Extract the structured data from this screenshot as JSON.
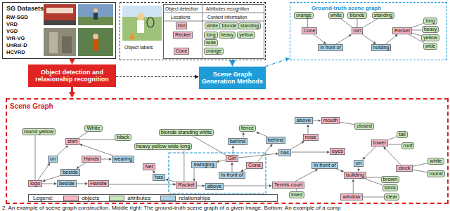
{
  "diagram": {
    "caption": "2. An example of scene graph construction. Middle right: The ground-truth scene graph of a given image. Bottom: An example of a comp",
    "nodes": [
      {
        "text": [
          "SG Datasets",
          "RW-SGD",
          "VRD",
          "VGD",
          "VrR-VG",
          "UnRel-D",
          "HCVRD"
        ]
      },
      {
        "text": [
          "Object labels"
        ]
      },
      {
        "text": [
          "Object detection",
          "Attributes recognition",
          "Locations",
          "Context information"
        ],
        "in": 1
      },
      {
        "text": [
          "Girl"
        ],
        "in": 2
      },
      {
        "text": [
          "white"
        ],
        "in": 2
      },
      {
        "text": [
          "blonde"
        ],
        "in": 2
      },
      {
        "text": [
          "standing"
        ],
        "in": 2
      },
      {
        "text": [
          "Recket"
        ],
        "in": 2
      },
      {
        "text": [
          "long"
        ],
        "in": 2
      },
      {
        "text": [
          "heavy"
        ],
        "in": 2
      },
      {
        "text": [
          "yellow"
        ],
        "in": 2
      },
      {
        "text": [
          "wide"
        ],
        "in": 2
      },
      {
        "text": [
          "Cone"
        ],
        "in": 2
      },
      {
        "text": [
          "orange"
        ],
        "in": 2
      },
      {
        "text": [
          "Ground-truth scene graph"
        ]
      },
      {
        "text": [
          "orange"
        ],
        "in": 14
      },
      {
        "text": [
          "white"
        ],
        "in": 14
      },
      {
        "text": [
          "blonde"
        ],
        "in": 14
      },
      {
        "text": [
          "standing"
        ],
        "in": 14
      },
      {
        "text": [
          "Cone"
        ],
        "in": 14
      },
      {
        "text": [
          "Girl"
        ],
        "in": 14
      },
      {
        "text": [
          "Recket"
        ],
        "in": 14
      },
      {
        "text": [
          "long"
        ],
        "in": 14
      },
      {
        "text": [
          "heavy"
        ],
        "in": 14
      },
      {
        "text": [
          "yellow"
        ],
        "in": 14
      },
      {
        "text": [
          "wide"
        ],
        "in": 14
      },
      {
        "text": [
          "in front of"
        ],
        "in": 14
      },
      {
        "text": [
          "holding"
        ],
        "in": 14
      },
      {
        "text": [
          "Object detection and relasionship recognition"
        ]
      },
      {
        "text": [
          "Scene Graph Generation Methods"
        ]
      },
      {
        "text": [
          "Scene Graph"
        ]
      },
      {
        "text": [
          "blonde standing white"
        ],
        "in": 30
      },
      {
        "text": [
          "fence"
        ],
        "in": 30
      },
      {
        "text": [
          "round yellow"
        ],
        "in": 30
      },
      {
        "text": [
          "White"
        ],
        "in": 30
      },
      {
        "text": [
          "black"
        ],
        "in": 30
      },
      {
        "text": [
          "heavy yellow wide long"
        ],
        "in": 30
      },
      {
        "text": [
          "behind"
        ],
        "in": 30
      },
      {
        "text": [
          "behind"
        ],
        "in": 30
      },
      {
        "text": [
          "above"
        ],
        "in": 30
      },
      {
        "text": [
          "mouth"
        ],
        "in": 30
      },
      {
        "text": [
          "closed"
        ],
        "in": 30
      },
      {
        "text": [
          "shirt"
        ],
        "in": 30
      },
      {
        "text": [
          "nose"
        ],
        "in": 30
      },
      {
        "text": [
          "tail"
        ],
        "in": 30
      },
      {
        "text": [
          "tower"
        ],
        "in": 30
      },
      {
        "text": [
          "roof"
        ],
        "in": 30
      },
      {
        "text": [
          "on"
        ],
        "in": 30
      },
      {
        "text": [
          "Hands"
        ],
        "in": 30
      },
      {
        "text": [
          "wearing"
        ],
        "in": 30
      },
      {
        "text": [
          "Girl"
        ],
        "in": 30
      },
      {
        "text": [
          "swinging"
        ],
        "in": 30
      },
      {
        "text": [
          "Cone"
        ],
        "in": 30
      },
      {
        "text": [
          "has"
        ],
        "in": 30
      },
      {
        "text": [
          "eyes"
        ],
        "in": 30
      },
      {
        "text": [
          "on"
        ],
        "in": 30
      },
      {
        "text": [
          "clock"
        ],
        "in": 30
      },
      {
        "text": [
          "white"
        ],
        "in": 30
      },
      {
        "text": [
          "beside"
        ],
        "in": 30
      },
      {
        "text": [
          "Net"
        ],
        "in": 30
      },
      {
        "text": [
          "In front of"
        ],
        "in": 30
      },
      {
        "text": [
          "in front of"
        ],
        "in": 30
      },
      {
        "text": [
          "building"
        ],
        "in": 30
      },
      {
        "text": [
          "round"
        ],
        "in": 30
      },
      {
        "text": [
          "has"
        ],
        "in": 30
      },
      {
        "text": [
          "logo"
        ],
        "in": 30
      },
      {
        "text": [
          "beside"
        ],
        "in": 30
      },
      {
        "text": [
          "Handle"
        ],
        "in": 30
      },
      {
        "text": [
          "Racket"
        ],
        "in": 30
      },
      {
        "text": [
          "above"
        ],
        "in": 30
      },
      {
        "text": [
          "Tennis court"
        ],
        "in": 30
      },
      {
        "text": [
          "brown"
        ],
        "in": 30
      },
      {
        "text": [
          "lined"
        ],
        "in": 30
      },
      {
        "text": [
          "window"
        ],
        "in": 30
      },
      {
        "text": [
          "brick"
        ],
        "in": 30
      },
      {
        "text": [
          "clear"
        ],
        "in": 30
      }
    ],
    "edges": [
      {
        "from": 0,
        "to": 28,
        "arrow": "to"
      },
      {
        "from": 28,
        "to": 29,
        "arrow": "to"
      },
      {
        "from": 1,
        "to": 29,
        "arrow": "to"
      },
      {
        "from": 29,
        "to": 14,
        "arrow": "to"
      },
      {
        "from": 28,
        "to": 30,
        "arrow": "to"
      },
      {
        "from": 15,
        "to": 19,
        "arrow": "none"
      },
      {
        "from": 16,
        "to": 20,
        "arrow": "none"
      },
      {
        "from": 17,
        "to": 20,
        "arrow": "none"
      },
      {
        "from": 18,
        "to": 20,
        "arrow": "none"
      },
      {
        "from": 21,
        "to": 22,
        "arrow": "none"
      },
      {
        "from": 21,
        "to": 23,
        "arrow": "none"
      },
      {
        "from": 21,
        "to": 24,
        "arrow": "none"
      },
      {
        "from": 21,
        "to": 25,
        "arrow": "none"
      },
      {
        "from": 19,
        "to": 26,
        "arrow": "to"
      },
      {
        "from": 26,
        "to": 20,
        "arrow": "to"
      },
      {
        "from": 20,
        "to": 27,
        "arrow": "to"
      },
      {
        "from": 27,
        "to": 21,
        "arrow": "to"
      },
      {
        "from": 50,
        "to": 31,
        "arrow": "none"
      },
      {
        "from": 50,
        "to": 37,
        "arrow": "to"
      },
      {
        "from": 37,
        "to": 32,
        "arrow": "to"
      },
      {
        "from": 52,
        "to": 38,
        "arrow": "to"
      },
      {
        "from": 38,
        "to": 32,
        "arrow": "to"
      },
      {
        "from": 50,
        "to": 51,
        "arrow": "to"
      },
      {
        "from": 51,
        "to": 68,
        "arrow": "to"
      },
      {
        "from": 68,
        "to": 36,
        "arrow": "none"
      },
      {
        "from": 52,
        "to": 60,
        "arrow": "to"
      },
      {
        "from": 60,
        "to": 50,
        "arrow": "to"
      },
      {
        "from": 68,
        "to": 64,
        "arrow": "to"
      },
      {
        "from": 64,
        "to": 59,
        "arrow": "to"
      },
      {
        "from": 68,
        "to": 69,
        "arrow": "to"
      },
      {
        "from": 69,
        "to": 70,
        "arrow": "to"
      },
      {
        "from": 70,
        "to": 72,
        "arrow": "none"
      },
      {
        "from": 50,
        "to": 53,
        "arrow": "to"
      },
      {
        "from": 53,
        "to": 54,
        "arrow": "to"
      },
      {
        "from": 53,
        "to": 43,
        "arrow": "to"
      },
      {
        "from": 43,
        "to": 39,
        "arrow": "to"
      },
      {
        "from": 39,
        "to": 40,
        "arrow": "to"
      },
      {
        "from": 40,
        "to": 41,
        "arrow": "none"
      },
      {
        "from": 70,
        "to": 61,
        "arrow": "to"
      },
      {
        "from": 61,
        "to": 62,
        "arrow": "to"
      },
      {
        "from": 45,
        "to": 55,
        "arrow": "to"
      },
      {
        "from": 55,
        "to": 62,
        "arrow": "to"
      },
      {
        "from": 45,
        "to": 44,
        "arrow": "none"
      },
      {
        "from": 45,
        "to": 46,
        "arrow": "none"
      },
      {
        "from": 56,
        "to": 45,
        "arrow": "to"
      },
      {
        "from": 56,
        "to": 57,
        "arrow": "none"
      },
      {
        "from": 56,
        "to": 63,
        "arrow": "none"
      },
      {
        "from": 62,
        "to": 71,
        "arrow": "none"
      },
      {
        "from": 62,
        "to": 74,
        "arrow": "none"
      },
      {
        "from": 73,
        "to": 62,
        "arrow": "to"
      },
      {
        "from": 73,
        "to": 75,
        "arrow": "none"
      },
      {
        "from": 65,
        "to": 33,
        "arrow": "none"
      },
      {
        "from": 65,
        "to": 47,
        "arrow": "to"
      },
      {
        "from": 47,
        "to": 42,
        "arrow": "to"
      },
      {
        "from": 42,
        "to": 34,
        "arrow": "none"
      },
      {
        "from": 42,
        "to": 35,
        "arrow": "none"
      },
      {
        "from": 48,
        "to": 49,
        "arrow": "to"
      },
      {
        "from": 49,
        "to": 42,
        "arrow": "to"
      },
      {
        "from": 48,
        "to": 58,
        "arrow": "to"
      },
      {
        "from": 58,
        "to": 65,
        "arrow": "to"
      },
      {
        "from": 65,
        "to": 66,
        "arrow": "to"
      },
      {
        "from": 66,
        "to": 67,
        "arrow": "to"
      },
      {
        "from": 67,
        "to": 68,
        "arrow": "to"
      }
    ],
    "labels": [
      "Legend:"
    ],
    "legend": [
      {
        "text": "objects",
        "color": "#f7b6c4"
      },
      {
        "text": "attributes",
        "color": "#c8e9b8"
      },
      {
        "text": "relationships",
        "color": "#a9d3ea"
      }
    ]
  }
}
